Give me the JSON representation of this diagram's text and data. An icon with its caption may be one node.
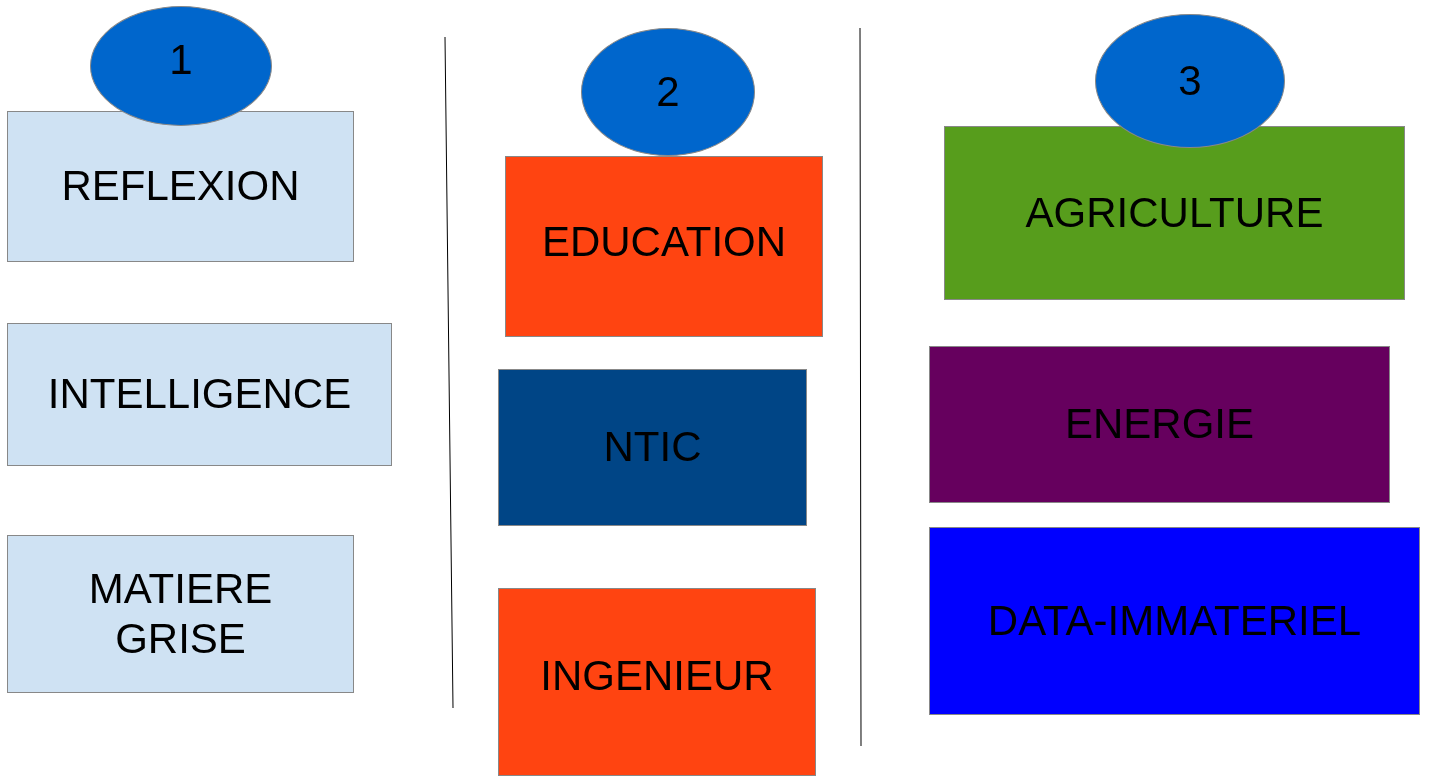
{
  "diagram": {
    "nodes": [
      {
        "text": [
          "1"
        ]
      },
      {
        "text": [
          "REFLEXION"
        ]
      },
      {
        "text": [
          "INTELLIGENCE"
        ]
      },
      {
        "text": [
          "MATIERE GRISE"
        ]
      },
      {
        "text": [
          "2"
        ]
      },
      {
        "text": [
          "EDUCATION"
        ]
      },
      {
        "text": [
          "NTIC"
        ]
      },
      {
        "text": [
          "INGENIEUR"
        ]
      },
      {
        "text": [
          "3"
        ]
      },
      {
        "text": [
          "AGRICULTURE"
        ]
      },
      {
        "text": [
          "ENERGIE"
        ]
      },
      {
        "text": [
          "DATA-IMMATERIEL"
        ]
      }
    ]
  }
}
